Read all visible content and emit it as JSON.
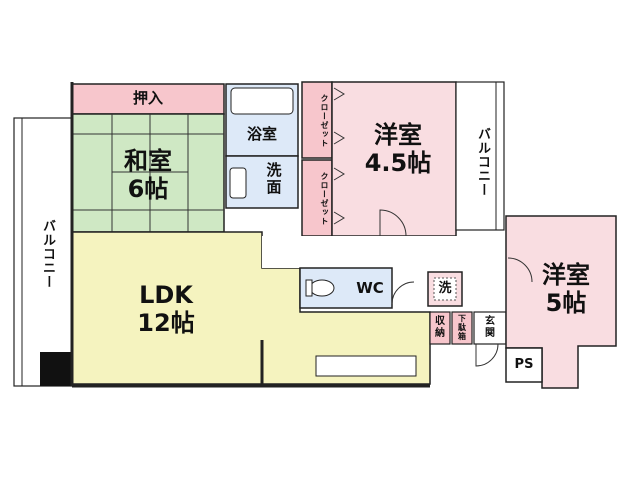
{
  "rooms": {
    "oshiire": "押入",
    "washitsu": "和室\n6帖",
    "yokushitsu": "浴室",
    "senmen": "洗\n面",
    "closet1": "クローゼット",
    "closet2": "クローゼット",
    "youshitsu1": "洋室\n4.5帖",
    "balcony_right": "バルコニー",
    "balcony_left": "バルコニー",
    "ldk": "LDK\n12帖",
    "wc": "WC",
    "sen": "洗",
    "shuno": "収\n納",
    "getabako": "下\n駄\n箱",
    "genkan": "玄\n関",
    "youshitsu2": "洋室\n5帖",
    "ps": "PS"
  },
  "colors": {
    "washitsu": "#cfe8c4",
    "oshiire": "#f7c6cc",
    "bath": "#dde9f8",
    "youshitsu": "#f9dde1",
    "ldk": "#f5f3bf",
    "wc": "#dde9f8",
    "closet": "#f7c6cc",
    "wall": "#222222"
  }
}
